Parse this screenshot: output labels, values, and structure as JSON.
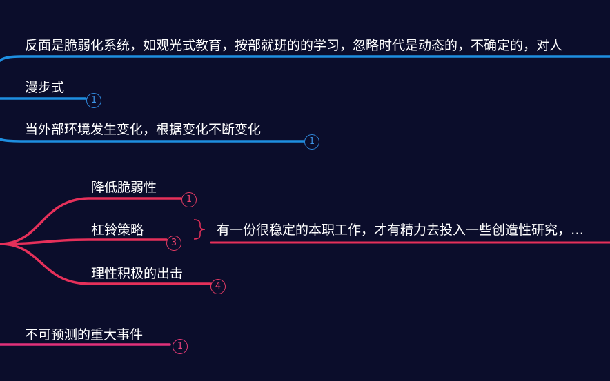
{
  "colors": {
    "background": "#0b0d2b",
    "blue_branch": "#1e8ee0",
    "red_branch": "#e6305a",
    "pink_branch": "#e2317a",
    "text": "#ffffff"
  },
  "nodes": {
    "fragile_system": {
      "label": "反面是脆弱化系统，如观光式教育，按部就班的的学习，忽略时代是动态的，不确定的，对人"
    },
    "stroll_style": {
      "label": "漫步式",
      "badge": "1"
    },
    "adapt_change": {
      "label": "当外部环境发生变化，根据变化不断变化",
      "badge": "1"
    },
    "reduce_fragility": {
      "label": "降低脆弱性",
      "badge": "1"
    },
    "barbell_strategy": {
      "label": "杠铃策略",
      "badge": "3"
    },
    "rational_attack": {
      "label": "理性积极的出击",
      "badge": "4"
    },
    "barbell_summary": {
      "label": "有一份很稳定的本职工作，才有精力去投入一些创造性研究，…"
    },
    "unpredictable_events": {
      "label": "不可预测的重大事件",
      "badge": "1"
    }
  }
}
